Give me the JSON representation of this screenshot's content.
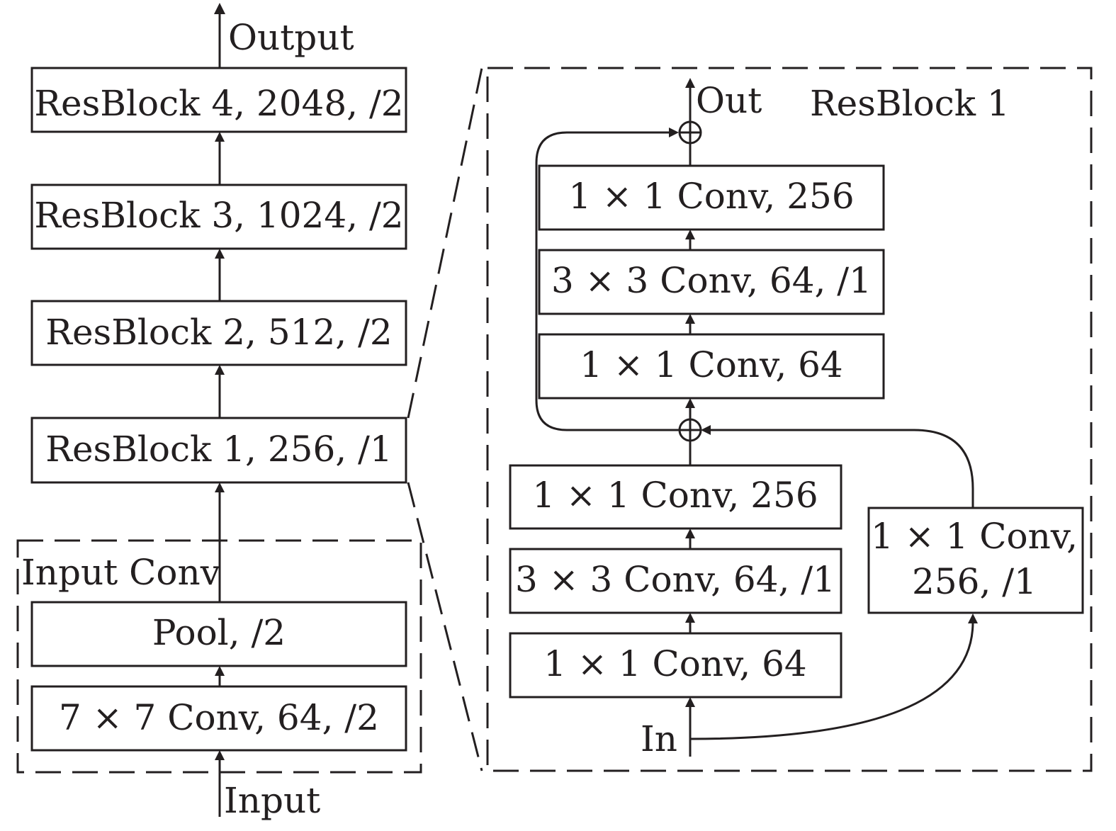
{
  "backbone": {
    "output_label": "Output",
    "input_label": "Input",
    "blocks": [
      "ResBlock 4, 2048, /2",
      "ResBlock 3, 1024, /2",
      "ResBlock 2, 512, /2",
      "ResBlock 1, 256, /1"
    ],
    "input_conv": {
      "title": "Input Conv",
      "pool": "Pool, /2",
      "conv": "7 × 7 Conv, 64, /2"
    }
  },
  "detail": {
    "title": "ResBlock 1",
    "out_label": "Out",
    "in_label": "In",
    "upper_stack": [
      "1 × 1 Conv, 256",
      "3 × 3 Conv, 64, /1",
      "1 × 1 Conv, 64"
    ],
    "lower_stack": [
      "1 × 1 Conv, 256",
      "3 × 3 Conv, 64, /1",
      "1 × 1 Conv, 64"
    ],
    "shortcut": [
      "1 × 1 Conv,",
      "256, /1"
    ]
  },
  "colors": {
    "ink": "#231f20",
    "background": "#ffffff"
  }
}
